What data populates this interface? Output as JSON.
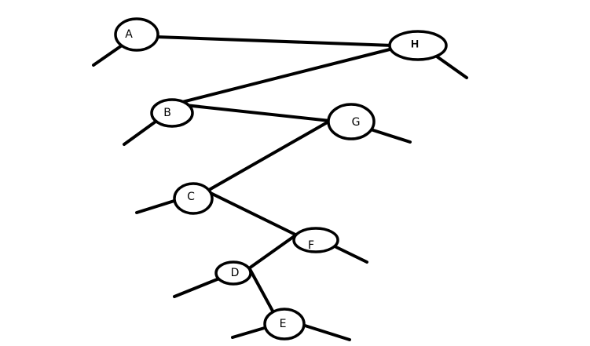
{
  "diagram": {
    "nodes": [
      {
        "id": "A",
        "label": "A"
      },
      {
        "id": "H",
        "label": "H"
      },
      {
        "id": "B",
        "label": "B"
      },
      {
        "id": "G",
        "label": "G"
      },
      {
        "id": "C",
        "label": "C"
      },
      {
        "id": "F",
        "label": "F"
      },
      {
        "id": "D",
        "label": "D"
      },
      {
        "id": "E",
        "label": "E"
      }
    ],
    "edges": [
      {
        "from": "A",
        "to": "H"
      },
      {
        "from": "H",
        "to": "B"
      },
      {
        "from": "B",
        "to": "G"
      },
      {
        "from": "G",
        "to": "C"
      },
      {
        "from": "C",
        "to": "F"
      },
      {
        "from": "F",
        "to": "D"
      },
      {
        "from": "D",
        "to": "E"
      }
    ],
    "stroke_color": "#000000",
    "fill_color": "#ffffff"
  }
}
